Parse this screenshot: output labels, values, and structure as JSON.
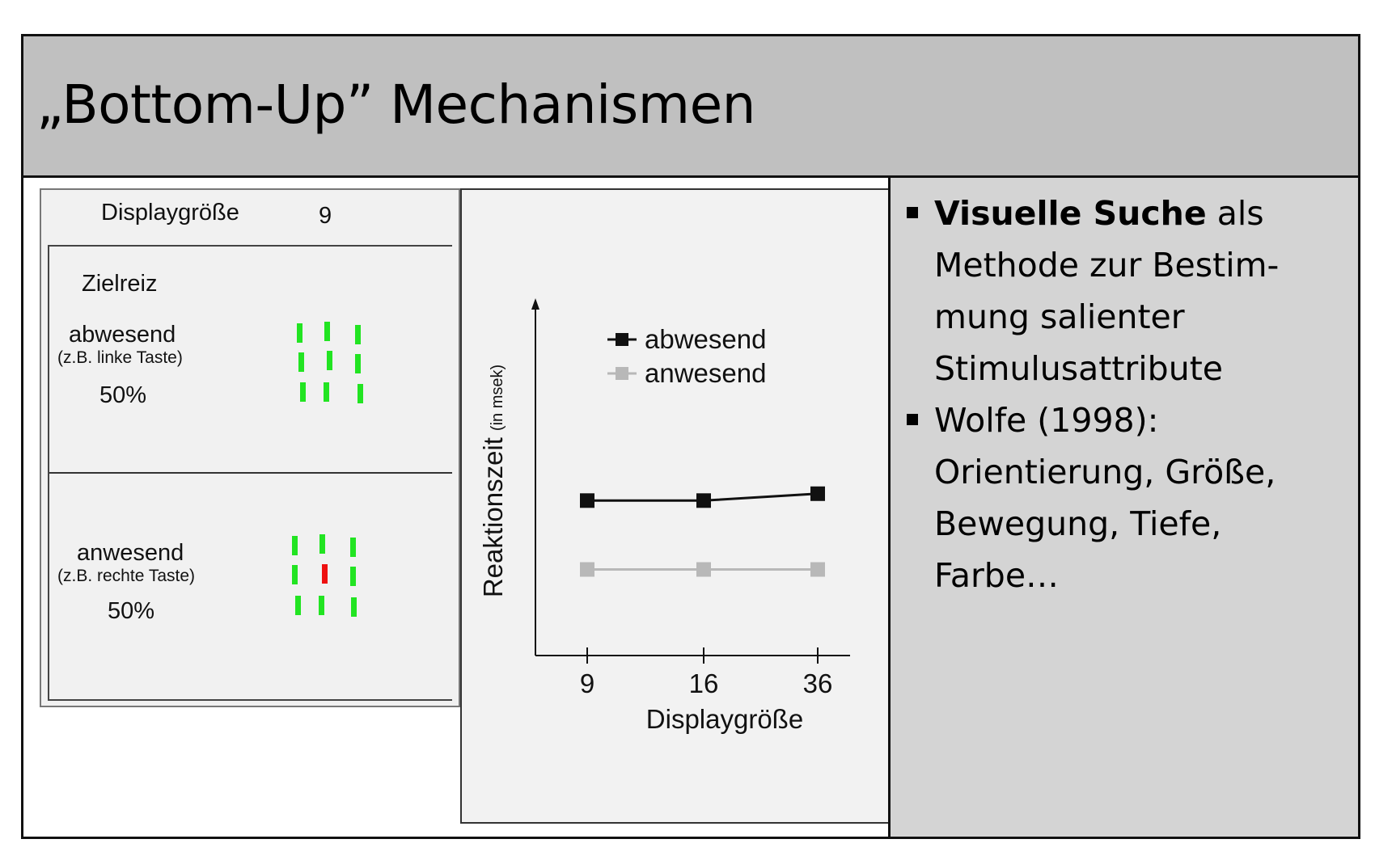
{
  "title": "„Bottom-Up” Mechanismen",
  "bullets": [
    {
      "bold": "Visuelle Suche",
      "rest": " als Methode zur Bestim-mung salienter Stimulusattribute"
    },
    {
      "bold": "",
      "rest": "Wolfe (1998): Orientierung, Größe, Bewegung, Tiefe, Farbe…"
    }
  ],
  "stimulus_figure": {
    "header_label": "Displaygröße",
    "header_value": "9",
    "zielreiz_label": "Zielreiz",
    "absent": {
      "label": "abwesend",
      "sub": "(z.B. linke Taste)",
      "percent": "50%"
    },
    "present": {
      "label": "anwesend",
      "sub": "(z.B. rechte Taste)",
      "percent": "50%"
    },
    "colors": {
      "distractor": "#22e422",
      "target": "#ee1010"
    }
  },
  "chart_data": {
    "type": "line",
    "x": [
      9,
      16,
      36
    ],
    "x_tick_labels": [
      "9",
      "16",
      "36"
    ],
    "xlabel": "Displaygröße",
    "ylabel": "Reaktionszeit",
    "ylabel_unit": "(in msek)",
    "ylim": [
      0,
      100
    ],
    "grid": false,
    "legend_position": "top",
    "series": [
      {
        "name": "abwesend",
        "color": "#111111",
        "values": [
          45,
          45,
          47
        ]
      },
      {
        "name": "anwesend",
        "color": "#b8b8b8",
        "values": [
          25,
          25,
          25
        ]
      }
    ]
  }
}
